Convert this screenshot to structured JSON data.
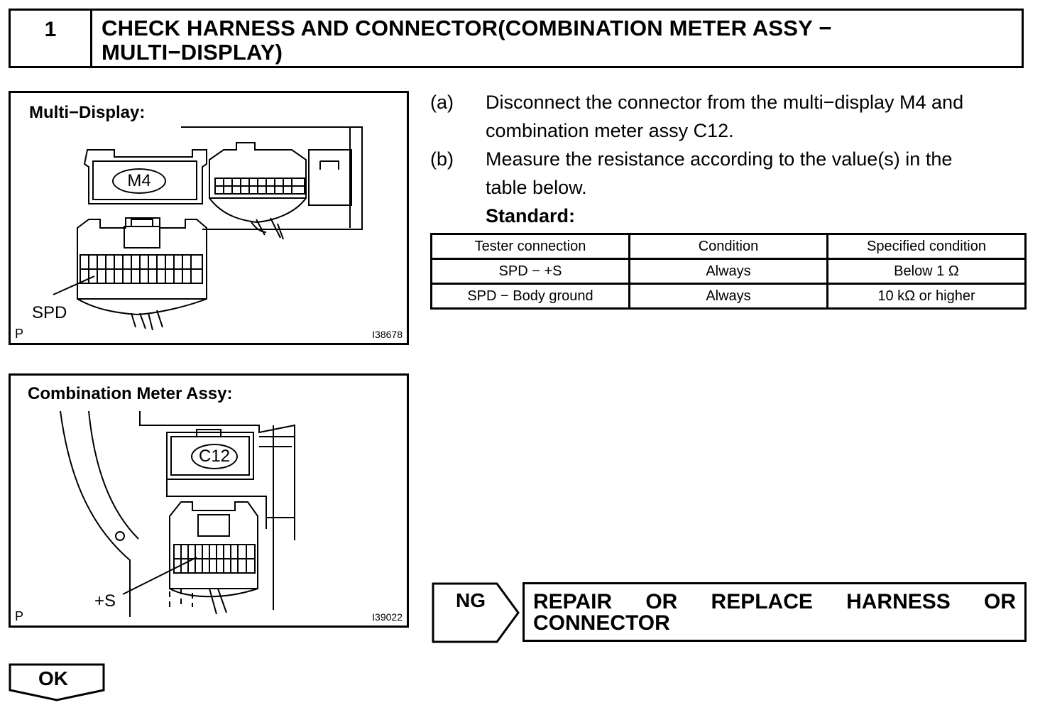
{
  "step": {
    "number": "1",
    "title_line1": "CHECK HARNESS AND CONNECTOR(COMBINATION METER ASSY −",
    "title_line2": "MULTI−DISPLAY)"
  },
  "figure_top": {
    "title": "Multi−Display:",
    "connector_label": "M4",
    "pin_label": "SPD",
    "corner_letter": "P",
    "code": "I38678"
  },
  "figure_bottom": {
    "title": "Combination Meter Assy:",
    "connector_label": "C12",
    "pin_label": "+S",
    "corner_letter": "P",
    "code": "I39022"
  },
  "instructions": [
    {
      "label": "(a)",
      "line1": "Disconnect the connector from the multi−display M4 and",
      "line2": "combination meter assy C12."
    },
    {
      "label": "(b)",
      "line1": "Measure the resistance according to the value(s) in the",
      "line2": "table below."
    }
  ],
  "standard_label": "Standard:",
  "table": {
    "headers": [
      "Tester connection",
      "Condition",
      "Specified condition"
    ],
    "rows": [
      [
        "SPD − +S",
        "Always",
        "Below 1 Ω"
      ],
      [
        "SPD − Body ground",
        "Always",
        "10 kΩ or higher"
      ]
    ]
  },
  "ng": {
    "label": "NG",
    "action_words": [
      "REPAIR",
      "OR",
      "REPLACE",
      "HARNESS",
      "OR"
    ],
    "action_line2": "CONNECTOR"
  },
  "ok": {
    "label": "OK"
  }
}
